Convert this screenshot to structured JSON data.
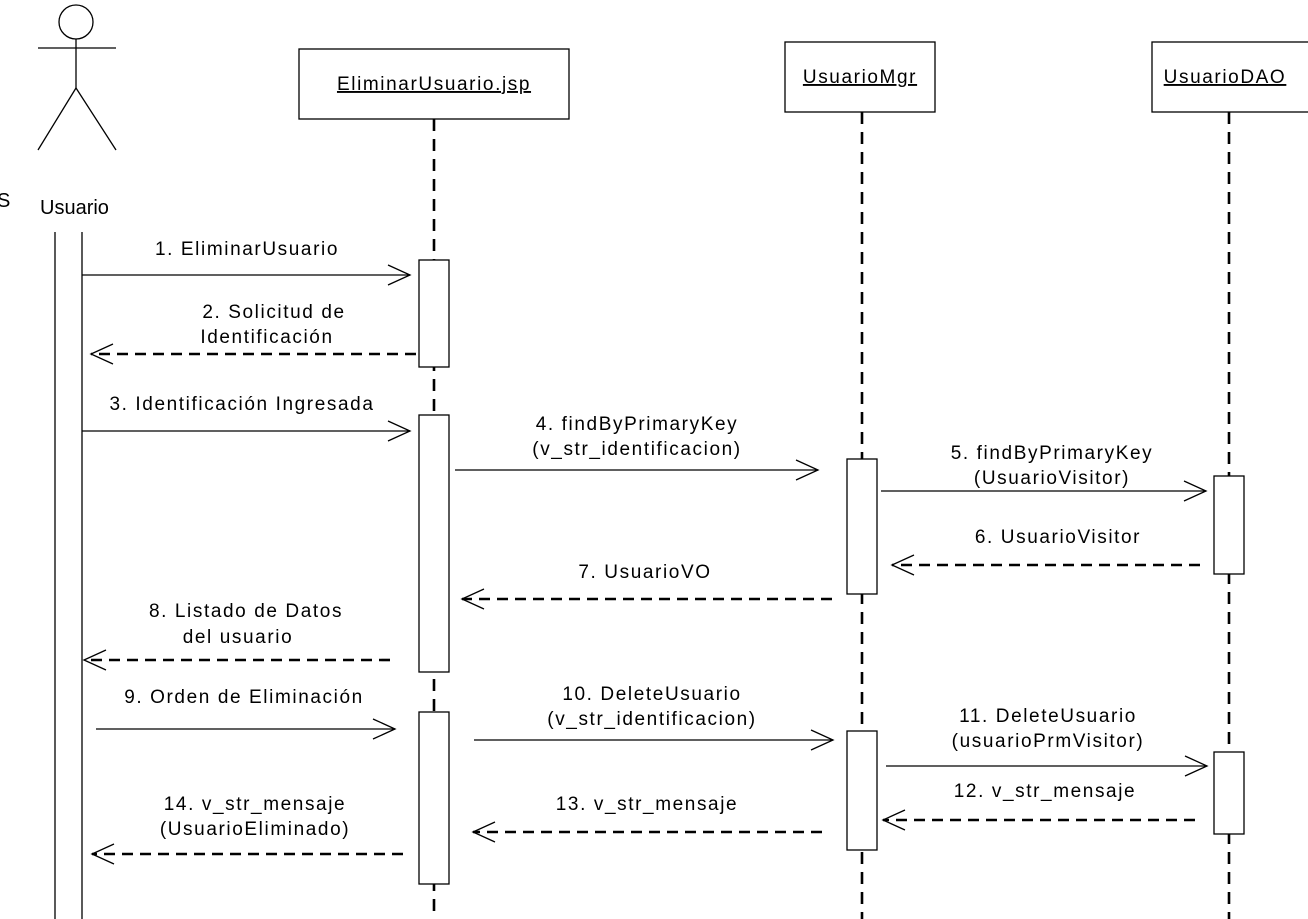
{
  "actor": {
    "name": "Usuario",
    "clipped_prefix": "S"
  },
  "objects": [
    {
      "id": "jsp",
      "label": "EliminarUsuario.jsp"
    },
    {
      "id": "mgr",
      "label": "UsuarioMgr"
    },
    {
      "id": "dao",
      "label": "UsuarioDAO"
    }
  ],
  "messages": [
    {
      "id": "m1",
      "lines": [
        "1. EliminarUsuario"
      ],
      "kind": "call"
    },
    {
      "id": "m2",
      "lines": [
        "2. Solicitud de",
        "Identificación"
      ],
      "kind": "return"
    },
    {
      "id": "m3",
      "lines": [
        "3. Identificación Ingresada"
      ],
      "kind": "call"
    },
    {
      "id": "m4",
      "lines": [
        "4. findByPrimaryKey",
        "(v_str_identificacion)"
      ],
      "kind": "call"
    },
    {
      "id": "m5",
      "lines": [
        "5. findByPrimaryKey",
        "(UsuarioVisitor)"
      ],
      "kind": "call"
    },
    {
      "id": "m6",
      "lines": [
        "6. UsuarioVisitor"
      ],
      "kind": "return"
    },
    {
      "id": "m7",
      "lines": [
        "7. UsuarioVO"
      ],
      "kind": "return"
    },
    {
      "id": "m8",
      "lines": [
        "8. Listado de Datos",
        "del usuario"
      ],
      "kind": "return"
    },
    {
      "id": "m9",
      "lines": [
        "9. Orden de Eliminación"
      ],
      "kind": "call"
    },
    {
      "id": "m10",
      "lines": [
        "10. DeleteUsuario",
        "(v_str_identificacion)"
      ],
      "kind": "call"
    },
    {
      "id": "m11",
      "lines": [
        "11. DeleteUsuario",
        "(usuarioPrmVisitor)"
      ],
      "kind": "call"
    },
    {
      "id": "m12",
      "lines": [
        "12. v_str_mensaje"
      ],
      "kind": "return"
    },
    {
      "id": "m13",
      "lines": [
        "13. v_str_mensaje"
      ],
      "kind": "return"
    },
    {
      "id": "m14",
      "lines": [
        "14. v_str_mensaje",
        "(UsuarioEliminado)"
      ],
      "kind": "return"
    }
  ]
}
